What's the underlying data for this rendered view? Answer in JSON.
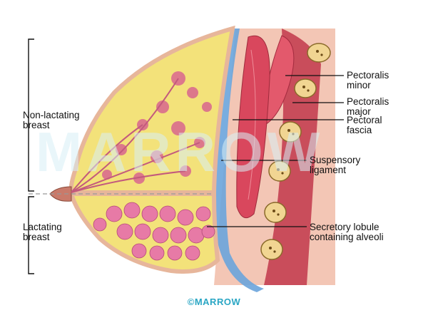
{
  "left_labels": {
    "non_lactating": "Non-lactating\nbreast",
    "lactating": "Lactating\nbreast"
  },
  "right_labels": [
    {
      "id": "pectoralis-minor",
      "text": "Pectoralis\nminor"
    },
    {
      "id": "pectoralis-major",
      "text": "Pectoralis\nmajor"
    },
    {
      "id": "pectoral-fascia",
      "text": "Pectoral\nfascia"
    },
    {
      "id": "suspensory-ligament",
      "text": "Suspensory\nligament"
    },
    {
      "id": "secretory-lobule",
      "text": "Secretory lobule\ncontaining alveoli"
    }
  ],
  "watermark": "MARROW",
  "copyright": "©MARROW",
  "colors": {
    "skin": "#f2c7b0",
    "fat": "#f3e27a",
    "lobule": "#d9668f",
    "lobule_light": "#f1a9c6",
    "fascia": "#6aa4dc",
    "muscle": "#d9475d",
    "muscle_light": "#f0a0a6",
    "rib": "#f3d08a",
    "accent": "#2aa6c4"
  }
}
